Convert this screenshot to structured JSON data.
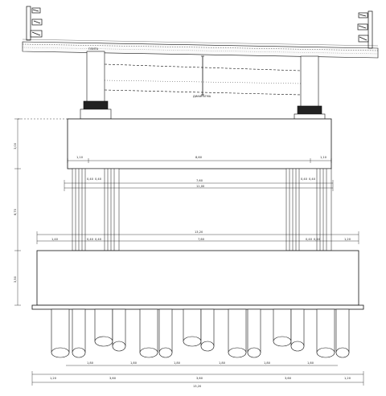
{
  "drawing": {
    "labels": {
      "girder_label": "ДИАФРАГМА",
      "slab_label": "ПЛИТА"
    },
    "dimensions": {
      "cap_left": "1,10",
      "cap_mid": "8,60",
      "cap_right": "1,10",
      "col_left_a": "0,40",
      "col_left_b": "0,40",
      "col_right_a": "0,40",
      "col_right_b": "0,40",
      "inner_span_top": "7,60",
      "inner_span_bottom": "11,00",
      "base_total": "13,20",
      "base_left": "1,40",
      "base_mid": "7,60",
      "base_right": "1,20",
      "base_col_left_a": "0,40",
      "base_col_left_b": "0,40",
      "base_col_right_a": "0,40",
      "base_col_right_b": "0,40",
      "pile_1": "1,80",
      "pile_2": "1,80",
      "pile_3": "1,80",
      "pile_4": "1,80",
      "pile_5": "1,80",
      "pile_6": "1,80",
      "row2_left": "1,20",
      "row2_mid_left": "3,60",
      "row2_mid": "3,60",
      "row2_mid_right": "3,60",
      "row2_right": "1,20",
      "overall_bottom": "13,20",
      "height_cap": "3,00",
      "height_columns": "8,70",
      "height_base": "3,50"
    }
  }
}
